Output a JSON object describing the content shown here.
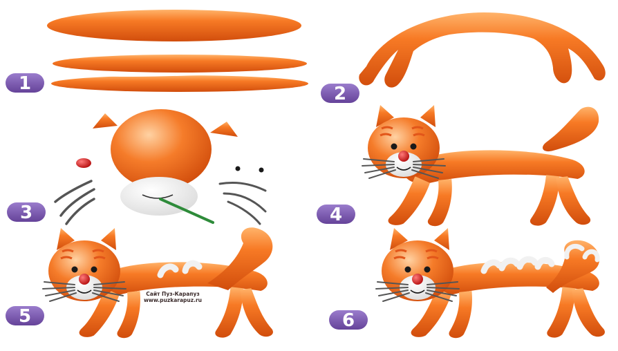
{
  "steps": [
    {
      "number": "1"
    },
    {
      "number": "2"
    },
    {
      "number": "3"
    },
    {
      "number": "4"
    },
    {
      "number": "5"
    },
    {
      "number": "6"
    }
  ],
  "watermark": {
    "line1": "Сайт Пуз-Карапуз",
    "line2": "www.puzkarapuz.ru"
  },
  "colors": {
    "clay_orange": "#f26a1b",
    "clay_light": "#ffb36a",
    "clay_dark": "#d4500d",
    "badge_purple": "#7a5ab0",
    "face_white": "#f4f4f4",
    "nose_red": "#d81e1e",
    "whisker_gray": "#555555",
    "mouth_green": "#2e8b3a"
  },
  "icons": [
    "step-badge",
    "plasticine-rolls",
    "cat-head-parts",
    "plasticine-cat"
  ]
}
